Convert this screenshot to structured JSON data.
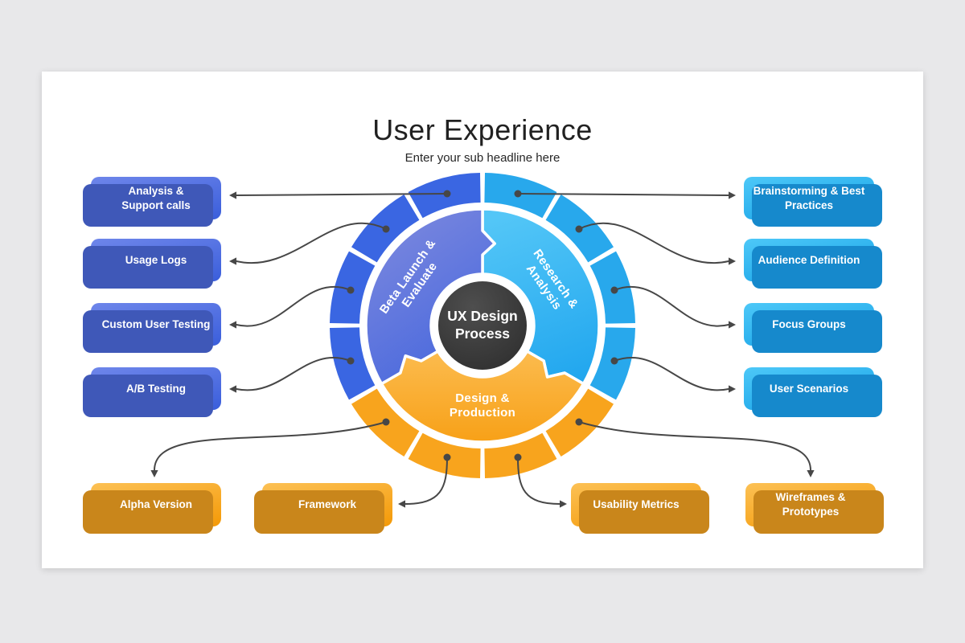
{
  "slide": {
    "title": "User Experience",
    "subtitle": "Enter your sub headline here"
  },
  "wheel": {
    "center": {
      "line1": "UX Design",
      "line2": "Process"
    },
    "segments": {
      "beta": {
        "line1": "Beta Launch &",
        "line2": "Evaluate"
      },
      "research": {
        "line1": "Research &",
        "line2": "Analysis"
      },
      "design": {
        "line1": "Design &",
        "line2": "Production"
      }
    }
  },
  "left_boxes": [
    {
      "label": "Analysis &\nSupport calls"
    },
    {
      "label": "Usage Logs"
    },
    {
      "label": "Custom User Testing"
    },
    {
      "label": "A/B Testing"
    }
  ],
  "right_boxes": [
    {
      "label": "Brainstorming & Best\nPractices"
    },
    {
      "label": "Audience Definition"
    },
    {
      "label": "Focus Groups"
    },
    {
      "label": "User Scenarios"
    }
  ],
  "bottom_boxes": [
    {
      "label": "Alpha Version"
    },
    {
      "label": "Framework"
    },
    {
      "label": "Usability Metrics"
    },
    {
      "label": "Wireframes &\nPrototypes"
    }
  ],
  "colors": {
    "background": "#e8e8ea",
    "title_color": "#212121",
    "connector": "#474747",
    "center_dark_1": "#4e4e4e",
    "center_dark_2": "#2e2e2e",
    "blue_outer": "#3a66e2",
    "blue_inner_light": "#7f8ade",
    "blue_inner_dark": "#4063dd",
    "blue_box_light": "#6e86ea",
    "blue_box_dark": "#3a5edb",
    "blue_box_shadow": "#3f58b8",
    "cyan_outer": "#28a8ec",
    "cyan_inner_light": "#53c6f7",
    "cyan_inner_dark": "#1fa5ee",
    "cyan_box_light": "#4dc8f8",
    "cyan_box_dark": "#15a1e6",
    "cyan_box_shadow": "#1689cc",
    "orange_outer": "#f8a41d",
    "orange_inner_light": "#fcbd52",
    "orange_inner_dark": "#f79d10",
    "orange_box_light": "#fcc155",
    "orange_box_dark": "#f49906",
    "orange_box_shadow": "#c9861b"
  }
}
